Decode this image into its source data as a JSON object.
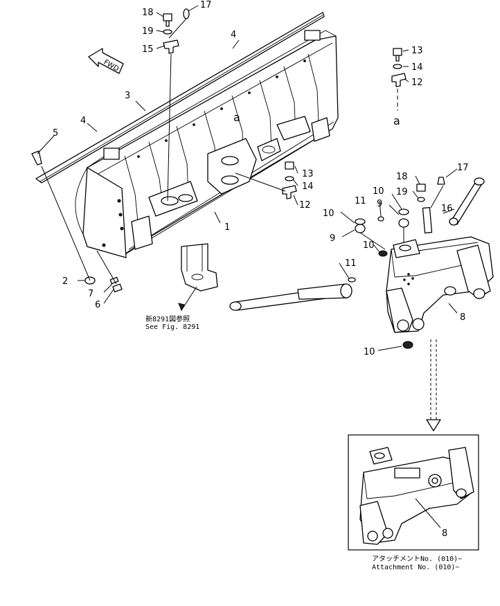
{
  "labels": {
    "n1": "1",
    "n2": "2",
    "n3": "3",
    "n4a": "4",
    "n4b": "4",
    "n5": "5",
    "n6": "6",
    "n7": "7",
    "n8a": "8",
    "n8b": "8",
    "n9a": "9",
    "n9b": "9",
    "n10a": "10",
    "n10b": "10",
    "n10c": "10",
    "n10d": "10",
    "n11a": "11",
    "n11b": "11",
    "n12a": "12",
    "n12b": "12",
    "n13a": "13",
    "n13b": "13",
    "n14a": "14",
    "n14b": "14",
    "n15": "15",
    "n16": "16",
    "n17a": "17",
    "n17b": "17",
    "n18a": "18",
    "n18b": "18",
    "n19a": "19",
    "n19b": "19",
    "refA1": "a",
    "refA2": "a",
    "fwd": "FWD"
  },
  "notes": {
    "see_fig_jp": "新8291図参照",
    "see_fig_en": "See Fig. 8291",
    "attachment_jp": "アタッチメントNo. (010)~",
    "attachment_en": "Attachment No. (010)~"
  }
}
